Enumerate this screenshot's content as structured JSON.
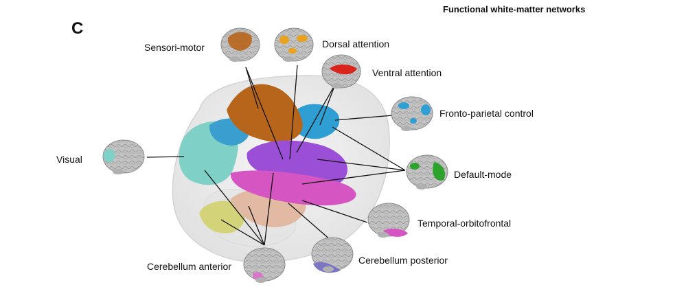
{
  "panel_letter": "C",
  "title": "Functional white-matter networks",
  "colors": {
    "glass": "#e9e9e9",
    "sensori_motor": "#b8651c",
    "dorsal_attention": "#e8a21e",
    "ventral_attention": "#d9251e",
    "fronto_parietal": "#2f9fd3",
    "visual": "#7fd1c7",
    "default_mode": "#2da22d",
    "temporal_orbitofrontal": "#d555c2",
    "cerebellum_anterior": "#d3d37a",
    "cerebellum_posterior": "#7c76c4",
    "ventral_body": "#e2b9a2",
    "brain_gray": "#bdbdbd"
  },
  "networks": [
    {
      "id": "sensori-motor",
      "label": "Sensori-motor"
    },
    {
      "id": "dorsal-attention",
      "label": "Dorsal attention"
    },
    {
      "id": "ventral-attention",
      "label": "Ventral attention"
    },
    {
      "id": "fronto-parietal-control",
      "label": "Fronto-parietal control"
    },
    {
      "id": "visual",
      "label": "Visual"
    },
    {
      "id": "default-mode",
      "label": "Default-mode"
    },
    {
      "id": "temporal-orbitofrontal",
      "label": "Temporal-orbitofrontal"
    },
    {
      "id": "cerebellum-anterior",
      "label": "Cerebellum anterior"
    },
    {
      "id": "cerebellum-posterior",
      "label": "Cerebellum posterior"
    }
  ]
}
